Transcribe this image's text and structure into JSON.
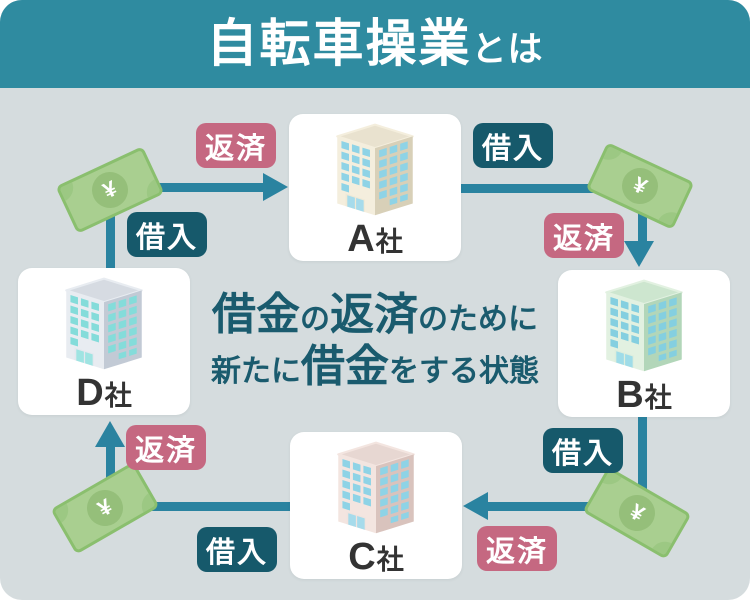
{
  "header": {
    "title_main": "自転車操業",
    "title_suffix": "とは"
  },
  "companies": [
    {
      "id": "A",
      "label_letter": "A",
      "label_suffix": "社",
      "building_colors": {
        "top": "#e9e2cf",
        "left": "#f4eedd",
        "right": "#d8d0b8",
        "win": "#8ed3e6",
        "door": "#efe9d6",
        "pane": "#a6dbeb"
      }
    },
    {
      "id": "B",
      "label_letter": "B",
      "label_suffix": "社",
      "building_colors": {
        "top": "#cde6cf",
        "left": "#e2f1e1",
        "right": "#b2d6b9",
        "win": "#84cfe0",
        "door": "#ddeedd",
        "pane": "#9fdce8"
      }
    },
    {
      "id": "C",
      "label_letter": "C",
      "label_suffix": "社",
      "building_colors": {
        "top": "#e7d7d2",
        "left": "#f3e5e0",
        "right": "#d9c3bd",
        "win": "#8ed3e6",
        "door": "#f0e3de",
        "pane": "#a6dbeb"
      }
    },
    {
      "id": "D",
      "label_letter": "D",
      "label_suffix": "社",
      "building_colors": {
        "top": "#d6dbe2",
        "left": "#e8ecf1",
        "right": "#c2cad5",
        "win": "#84dcda",
        "door": "#e4e8ee",
        "pane": "#9fe4e2"
      }
    }
  ],
  "edges": {
    "d_to_a": {
      "repay": "返済",
      "borrow": "借入"
    },
    "a_to_b": {
      "borrow": "借入",
      "repay": "返済"
    },
    "b_to_c": {
      "borrow": "借入",
      "repay": "返済"
    },
    "c_to_d": {
      "repay": "返済",
      "borrow": "借入"
    }
  },
  "center_message": {
    "l1_em1": "借金",
    "l1_t1": "の",
    "l1_em2": "返済",
    "l1_t2": "のために",
    "l2_t1": "新たに",
    "l2_em1": "借金",
    "l2_t2": "をする状態"
  },
  "money_icon": {
    "symbol": "¥"
  },
  "colors": {
    "header_bg": "#2f8ba0",
    "canvas_bg": "#d5dcde",
    "arrow": "#2a83a0",
    "badge_repay": "#c56881",
    "badge_borrow": "#16596b",
    "text_accent": "#1a5b6e",
    "money_fill": "#a9cf90",
    "money_border": "#8abf6e",
    "money_circle": "#95bf7a",
    "money_corner": "#9cc883"
  }
}
